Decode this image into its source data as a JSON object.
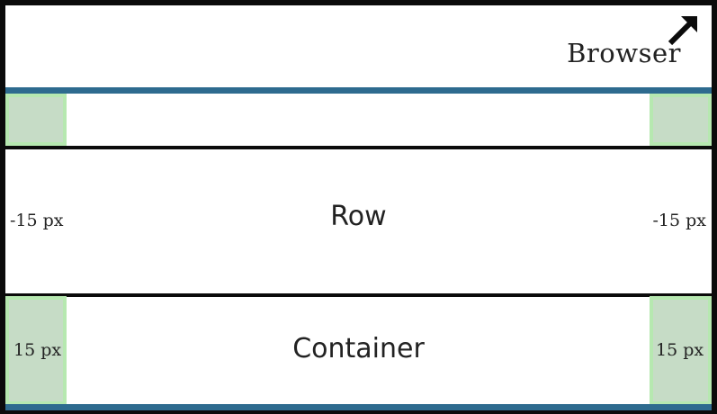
{
  "browser": {
    "label": "Browser",
    "arrow_icon": "arrow-up-right-icon"
  },
  "row": {
    "label": "Row",
    "left_margin": "-15 px",
    "right_margin": "-15 px"
  },
  "container": {
    "label": "Container",
    "left_padding": "15 px",
    "right_padding": "15 px"
  },
  "colors": {
    "frame": "#0b0b0b",
    "container_line": "#2e6b8f",
    "padding_fill": "#c6dcc6",
    "padding_border": "#b6e8b0",
    "text": "#222222"
  }
}
